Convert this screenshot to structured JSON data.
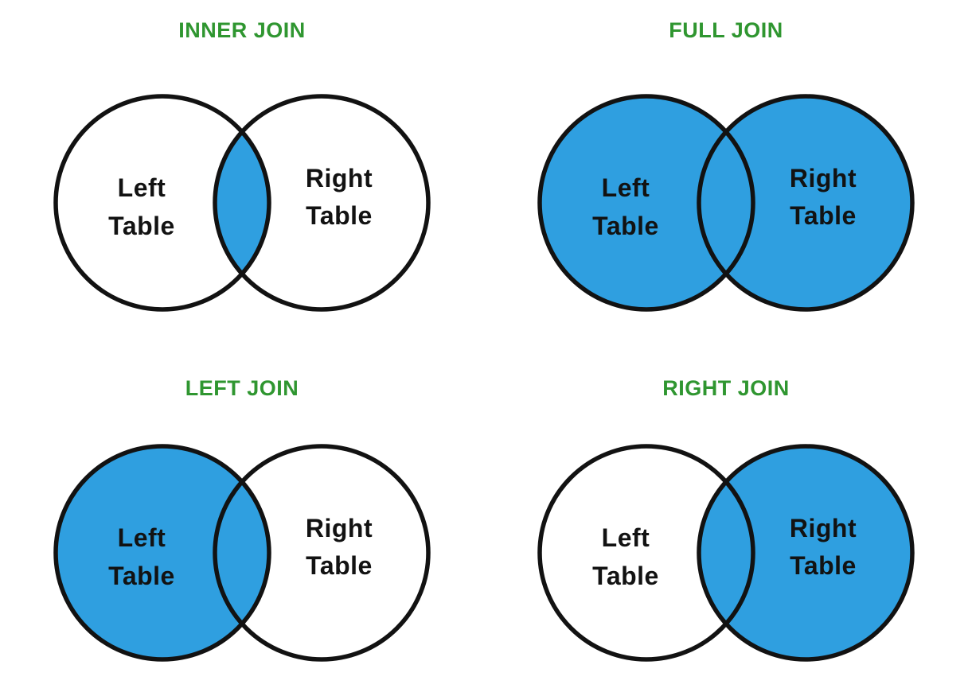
{
  "page": {
    "background": "#ffffff",
    "description": "SQL join types shown as four Venn diagrams"
  },
  "colors": {
    "join_fill": "#2F9FE0",
    "circle_stroke": "#121212",
    "title_text": "#2F9630",
    "label_text": "#121212"
  },
  "diagrams": [
    {
      "title": "INNER JOIN",
      "shaded_region": "intersection",
      "left_circle_label": "Left Table",
      "right_circle_label": "Right Table",
      "left_label_lines": [
        "Left",
        "Table"
      ],
      "right_label_lines": [
        "Right",
        "Table"
      ]
    },
    {
      "title": "FULL JOIN",
      "shaded_region": "both",
      "left_circle_label": "Left Table",
      "right_circle_label": "Right Table",
      "left_label_lines": [
        "Left",
        "Table"
      ],
      "right_label_lines": [
        "Right",
        "Table"
      ]
    },
    {
      "title": "LEFT JOIN",
      "shaded_region": "left",
      "left_circle_label": "Left Table",
      "right_circle_label": "Right Table",
      "left_label_lines": [
        "Left",
        "Table"
      ],
      "right_label_lines": [
        "Right",
        "Table"
      ]
    },
    {
      "title": "RIGHT JOIN",
      "shaded_region": "right",
      "left_circle_label": "Left Table",
      "right_circle_label": "Right Table",
      "left_label_lines": [
        "Left",
        "Table"
      ],
      "right_label_lines": [
        "Right",
        "Table"
      ]
    }
  ]
}
